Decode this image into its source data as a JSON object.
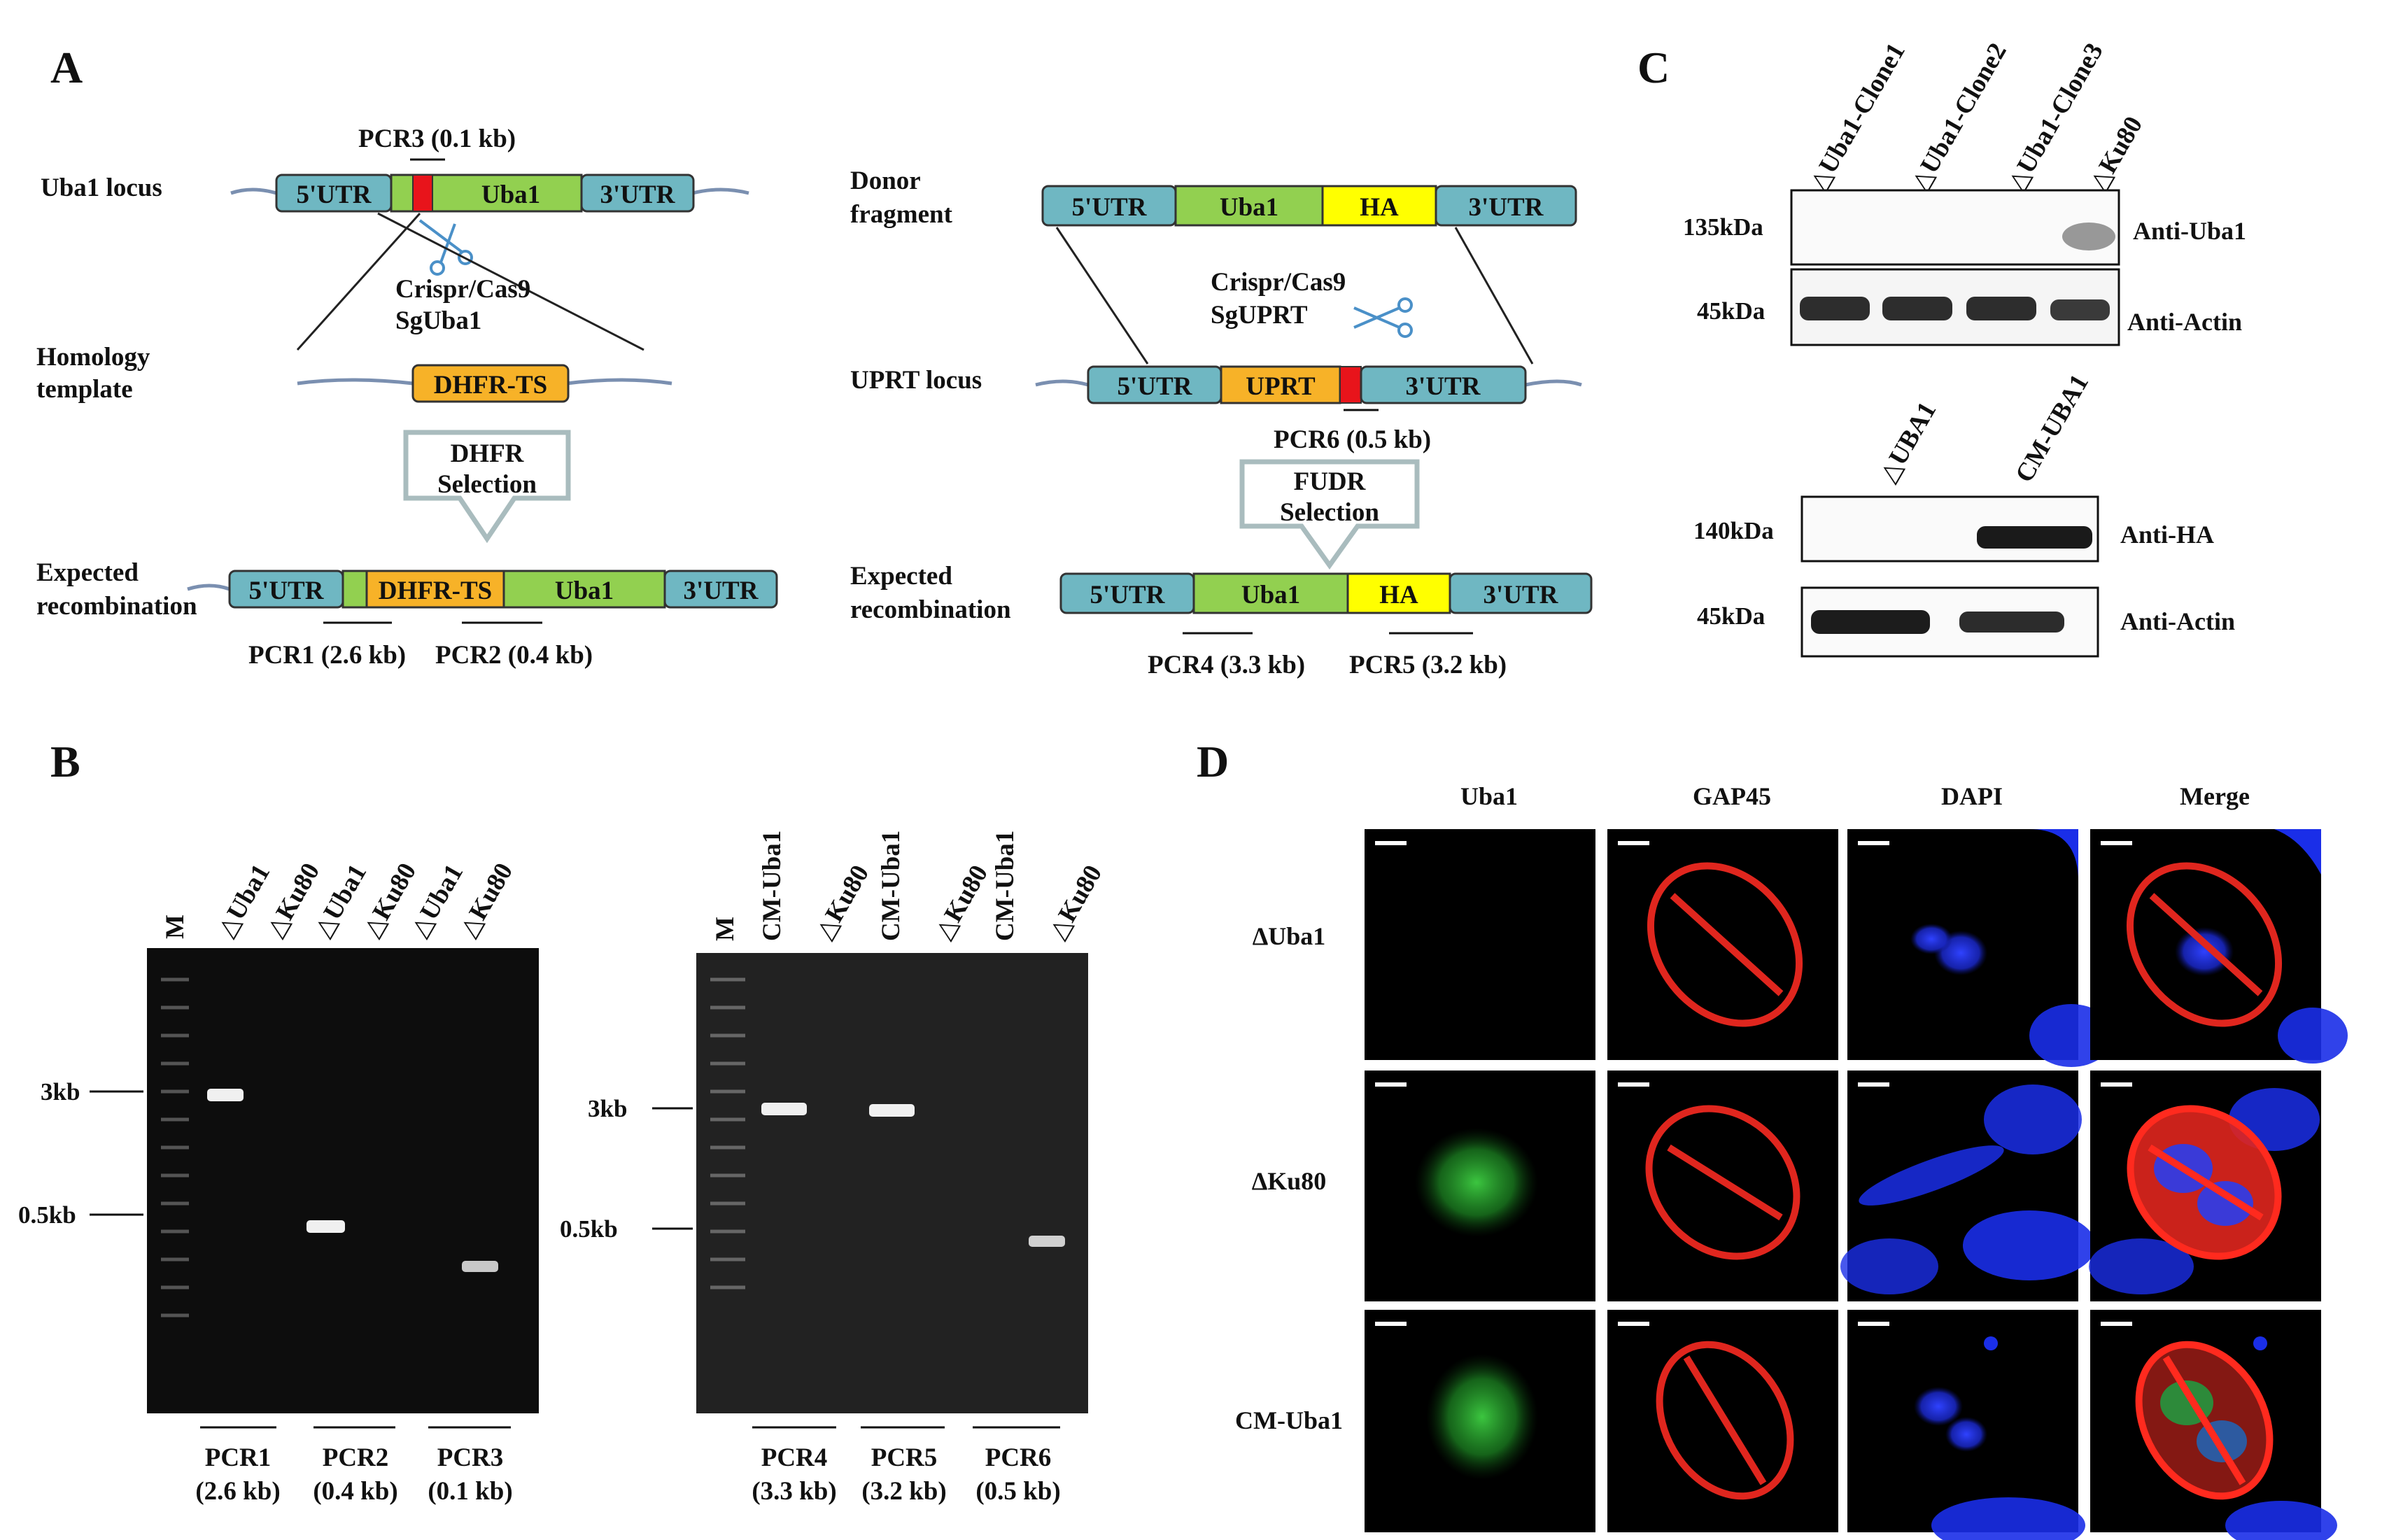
{
  "panels": {
    "a": "A",
    "b": "B",
    "c": "C",
    "d": "D"
  },
  "panelA": {
    "left": {
      "locus_label": "Uba1 locus",
      "pcr3": "PCR3 (0.1 kb)",
      "locus_segments": [
        "5'UTR",
        "Uba1",
        "3'UTR"
      ],
      "crispr": "Crispr/Cas9",
      "sg": "SgUba1",
      "template_label": [
        "Homology",
        "template"
      ],
      "template_segment": "DHFR-TS",
      "selection": [
        "DHFR",
        "Selection"
      ],
      "expected_label": [
        "Expected",
        "recombination"
      ],
      "expected_segments": [
        "5'UTR",
        "DHFR-TS",
        "Uba1",
        "3'UTR"
      ],
      "pcr1": "PCR1 (2.6 kb)",
      "pcr2": "PCR2 (0.4 kb)"
    },
    "right": {
      "donor_label": [
        "Donor",
        "fragment"
      ],
      "donor_segments": [
        "5'UTR",
        "Uba1",
        "HA",
        "3'UTR"
      ],
      "crispr": "Crispr/Cas9",
      "sg": "SgUPRT",
      "locus_label": "UPRT locus",
      "locus_segments": [
        "5'UTR",
        "UPRT",
        "3'UTR"
      ],
      "pcr6": "PCR6 (0.5 kb)",
      "selection": [
        "FUDR",
        "Selection"
      ],
      "expected_label": [
        "Expected",
        "recombination"
      ],
      "expected_segments": [
        "5'UTR",
        "Uba1",
        "HA",
        "3'UTR"
      ],
      "pcr4": "PCR4 (3.3 kb)",
      "pcr5": "PCR5 (3.2 kb)"
    }
  },
  "panelB": {
    "gel1": {
      "lanes": [
        "M",
        "△Uba1",
        "△Ku80",
        "△Uba1",
        "△Ku80",
        "△Uba1",
        "△Ku80"
      ],
      "markers": [
        "3kb",
        "0.5kb"
      ],
      "groups": [
        [
          "PCR1",
          "(2.6 kb)"
        ],
        [
          "PCR2",
          "(0.4 kb)"
        ],
        [
          "PCR3",
          "(0.1 kb)"
        ]
      ]
    },
    "gel2": {
      "lanes": [
        "M",
        "CM-Uba1",
        "△Ku80",
        "CM-Uba1",
        "△Ku80",
        "CM-Uba1",
        "△Ku80"
      ],
      "markers": [
        "3kb",
        "0.5kb"
      ],
      "groups": [
        [
          "PCR4",
          "(3.3 kb)"
        ],
        [
          "PCR5",
          "(3.2 kb)"
        ],
        [
          "PCR6",
          "(0.5 kb)"
        ]
      ]
    }
  },
  "panelC": {
    "blot1": {
      "lanes": [
        "△Uba1-Clone1",
        "△Uba1-Clone2",
        "△Uba1-Clone3",
        "△Ku80"
      ],
      "kda": [
        "135kDa",
        "45kDa"
      ],
      "antibodies": [
        "Anti-Uba1",
        "Anti-Actin"
      ]
    },
    "blot2": {
      "lanes": [
        "△UBA1",
        "CM-UBA1"
      ],
      "kda": [
        "140kDa",
        "45kDa"
      ],
      "antibodies": [
        "Anti-HA",
        "Anti-Actin"
      ]
    }
  },
  "panelD": {
    "columns": [
      "Uba1",
      "GAP45",
      "DAPI",
      "Merge"
    ],
    "rows": [
      "ΔUba1",
      "ΔKu80",
      "CM-Uba1"
    ]
  },
  "colors": {
    "utr": "#6fb7c2",
    "uba1": "#92d050",
    "dhfr": "#f7b228",
    "ha": "#ffff00",
    "cut": "#e8141b",
    "arrow": "#a9bcbe",
    "gap45": "#e0261e",
    "dapi": "#1a2ee8",
    "uba1_signal": "#2fbf36"
  }
}
